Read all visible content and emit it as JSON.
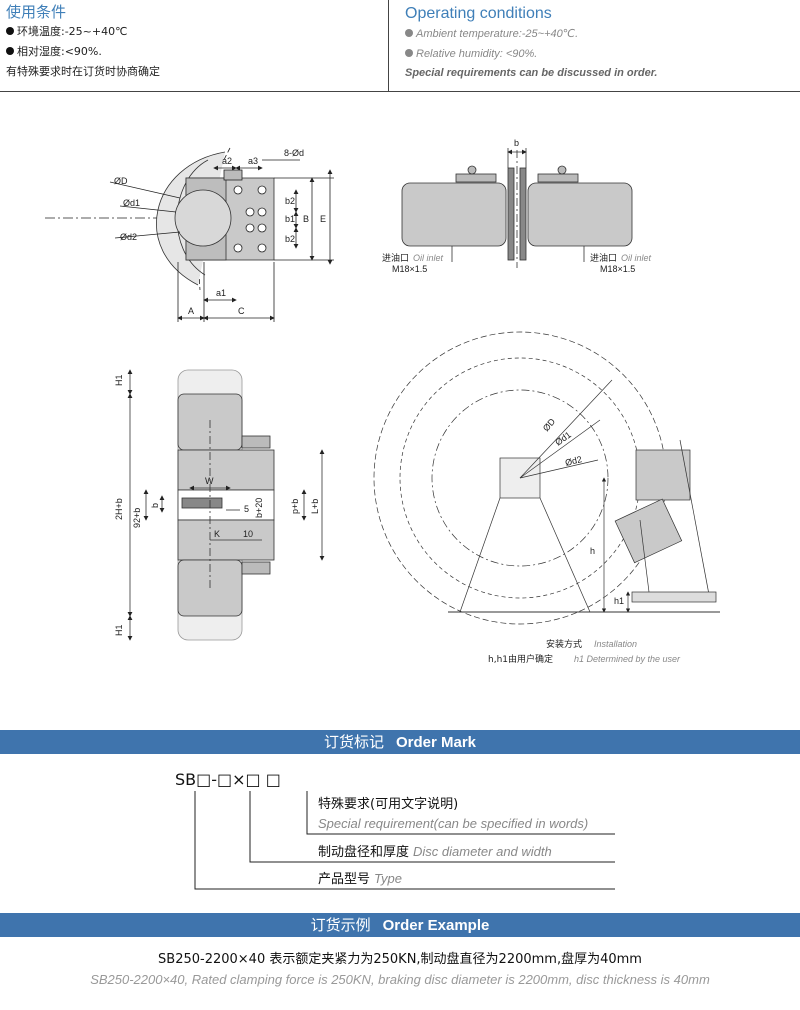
{
  "conditions": {
    "cn": {
      "title": "使用条件",
      "temperature": "环境温度:-25~+40℃",
      "humidity": "相对湿度:<90%.",
      "note": "有特殊要求时在订货时协商确定"
    },
    "en": {
      "title": "Operating conditions",
      "temperature": "Ambient temperature:-25~+40℃.",
      "humidity": "Relative humidity: <90%.",
      "note": "Special requirements can be discussed in order."
    }
  },
  "drawing": {
    "dims": {
      "a2": "a2",
      "a3": "a3",
      "bolts": "8-Ød",
      "D": "ØD",
      "d1": "Ød1",
      "d2": "Ød2",
      "b2": "b2",
      "b1": "b1",
      "B": "B",
      "E": "E",
      "a1": "a1",
      "A": "A",
      "C": "C",
      "b": "b",
      "H1": "H1",
      "H2b": "2H+b",
      "b92": "92+b",
      "W": "W",
      "b20": "b+20",
      "five": "5",
      "K": "K",
      "ten": "10",
      "pb": "p+b",
      "Lb": "L+b",
      "h": "h",
      "h1": "h1"
    },
    "oil_inlet_cn": "进油口",
    "oil_inlet_en": "Oil inlet",
    "thread": "M18×1.5",
    "installation_cn": "安装方式",
    "installation_en": "Installation",
    "user_cn": "h,h1由用户确定",
    "user_en": "h1 Determined by the user"
  },
  "order_mark": {
    "title_cn": "订货标记",
    "title_en": "Order Mark",
    "code": "SB□-□×□   □",
    "items": [
      {
        "cn": "特殊要求(可用文字说明)",
        "en": "Special requirement(can be specified in words)"
      },
      {
        "cn": "制动盘径和厚度",
        "en": "Disc diameter and width"
      },
      {
        "cn": "产品型号",
        "en": "Type"
      }
    ]
  },
  "order_example": {
    "title_cn": "订货示例",
    "title_en": "Order Example",
    "cn": "SB250-2200×40   表示额定夹紧力为250KN,制动盘直径为2200mm,盘厚为40mm",
    "en": "SB250-2200×40, Rated clamping force is 250KN, braking disc diameter is 2200mm, disc thickness is 40mm"
  },
  "colors": {
    "accent": "#3f74ad",
    "title_blue": "#3f7fb8",
    "body_grey": "#c9c9c9"
  }
}
